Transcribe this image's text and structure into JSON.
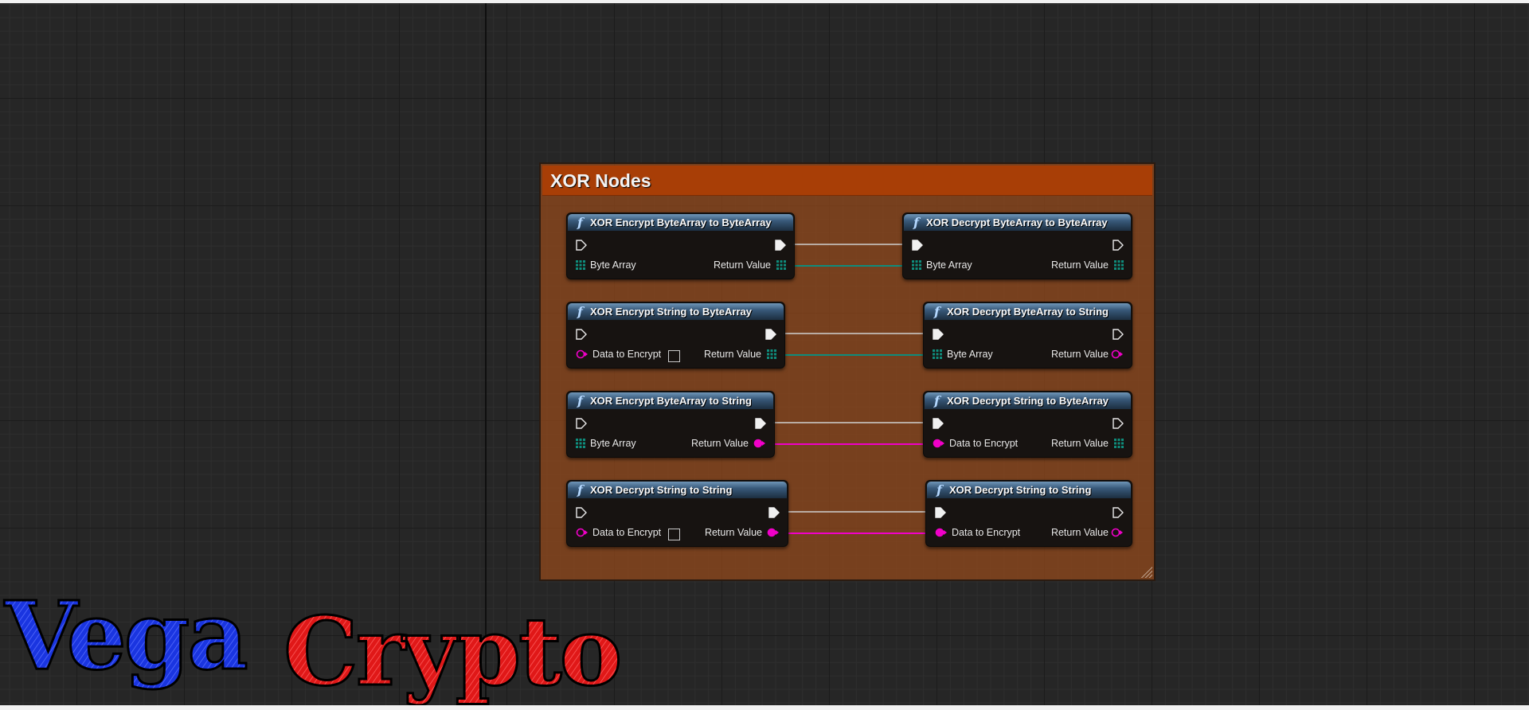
{
  "colors": {
    "exec": "#e8e8e8",
    "byte_array": "#0f8c7c",
    "string": "#f000c8",
    "comment_header": "#a83e06",
    "node_header": "#38597a"
  },
  "comment": {
    "title": "XOR Nodes"
  },
  "icons": {
    "function": "function-icon",
    "exec": "exec-pin-icon",
    "byte_array": "byte-array-pin-icon",
    "string": "string-pin-icon"
  },
  "nodes": [
    {
      "title": "XOR Encrypt ByteArray to ByteArray",
      "func_icon": "f",
      "input": "Byte Array",
      "output": "Return Value"
    },
    {
      "title": "XOR Decrypt ByteArray to ByteArray",
      "func_icon": "f",
      "input": "Byte Array",
      "output": "Return Value"
    },
    {
      "title": "XOR Encrypt String to ByteArray",
      "func_icon": "f",
      "input": "Data to Encrypt",
      "output": "Return Value"
    },
    {
      "title": "XOR Decrypt ByteArray to String",
      "func_icon": "f",
      "input": "Byte Array",
      "output": "Return Value"
    },
    {
      "title": "XOR Encrypt ByteArray to String",
      "func_icon": "f",
      "input": "Byte Array",
      "output": "Return Value"
    },
    {
      "title": "XOR Decrypt String to ByteArray",
      "func_icon": "f",
      "input": "Data to Encrypt",
      "output": "Return Value"
    },
    {
      "title": "XOR Decrypt String to String",
      "func_icon": "f",
      "input": "Data to Encrypt",
      "output": "Return Value"
    },
    {
      "title": "XOR Decrypt String to String",
      "func_icon": "f",
      "input": "Data to Encrypt",
      "output": "Return Value"
    }
  ],
  "watermark": {
    "part1": "Vega",
    "part2": "Crypto",
    "color1": "#1a35e0",
    "color2": "#e01818"
  }
}
